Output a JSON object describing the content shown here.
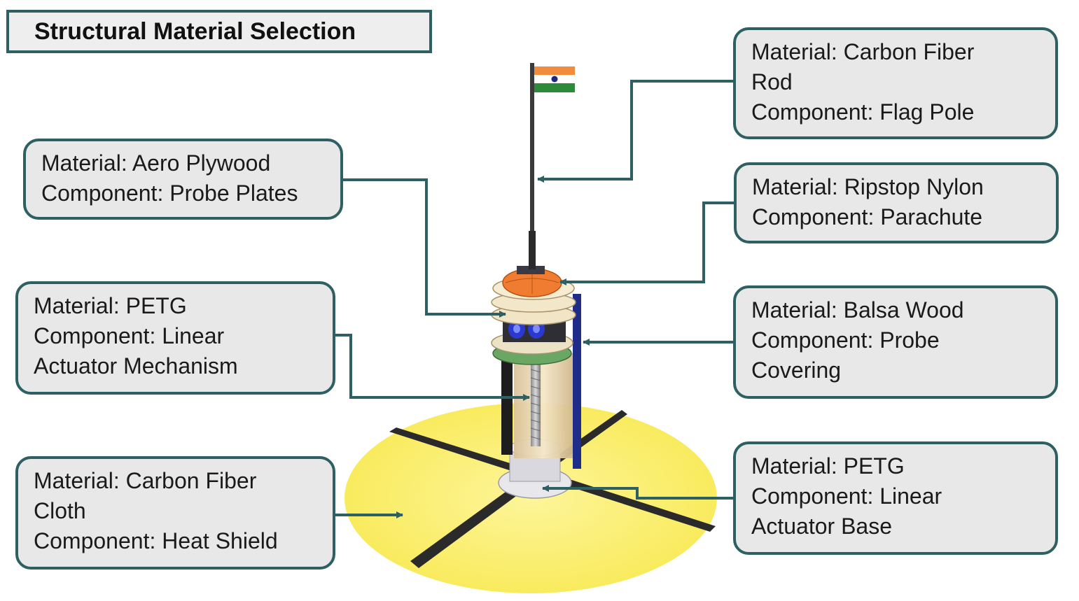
{
  "title": "Structural Material Selection",
  "colors": {
    "connector": "#2e5f62",
    "box_fill": "#e8e8e8",
    "heat_shield": "#fbf071",
    "flag_saffron": "#f08c3c",
    "flag_green": "#2d8a3a",
    "flag_chakra": "#1a2a80"
  },
  "labels": {
    "flag_pole": {
      "material": "Material: Carbon Fiber",
      "material_cont": "Rod",
      "component": "Component: Flag Pole"
    },
    "probe_plates": {
      "material": "Material: Aero Plywood",
      "component": "Component: Probe Plates"
    },
    "parachute": {
      "material": "Material: Ripstop Nylon",
      "component": "Component: Parachute"
    },
    "linear_actuator_mechanism": {
      "material": "Material: PETG",
      "component": "Component: Linear",
      "component_cont": "Actuator Mechanism"
    },
    "probe_covering": {
      "material": "Material: Balsa Wood",
      "component": "Component: Probe",
      "component_cont": "Covering"
    },
    "heat_shield": {
      "material": "Material: Carbon Fiber",
      "material_cont": "Cloth",
      "component": "Component: Heat Shield"
    },
    "linear_actuator_base": {
      "material": "Material: PETG",
      "component": "Component: Linear",
      "component_cont": "Actuator Base"
    }
  }
}
